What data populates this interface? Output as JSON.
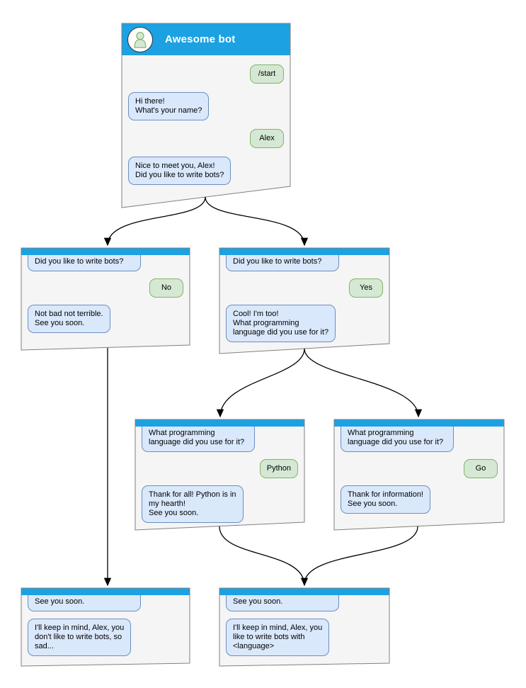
{
  "colors": {
    "header_blue": "#1CA1E2",
    "window_bg": "#F5F5F5",
    "window_border": "#808080",
    "bubble_blue_fill": "#DAE8FC",
    "bubble_blue_border": "#6C8EBF",
    "bubble_green_fill": "#D5E8D4",
    "bubble_green_border": "#82B366",
    "arrow": "#000000",
    "title_text": "#FFFFFF",
    "message_text": "#000000",
    "avatar_bg": "#FFFFFF",
    "avatar_border": "#333333"
  },
  "bot": {
    "title": "Awesome bot",
    "avatar_icon": "person-icon"
  },
  "windows": [
    {
      "id": "start",
      "title": "Awesome bot",
      "messages": [
        {
          "side": "right",
          "color": "green",
          "text": "/start"
        },
        {
          "side": "left",
          "color": "blue",
          "text": "Hi there!\nWhat's your name?"
        },
        {
          "side": "right",
          "color": "green",
          "text": "Alex"
        },
        {
          "side": "left",
          "color": "blue",
          "text": "Nice to meet you, Alex!\nDid you like to write bots?"
        }
      ]
    },
    {
      "id": "branch-no",
      "messages": [
        {
          "side": "left",
          "color": "blue",
          "first": true,
          "text": "Did you like to write bots?"
        },
        {
          "side": "right",
          "color": "green",
          "text": "No"
        },
        {
          "side": "left",
          "color": "blue",
          "text": "Not bad not terrible.\nSee you soon."
        }
      ]
    },
    {
      "id": "branch-yes",
      "messages": [
        {
          "side": "left",
          "color": "blue",
          "first": true,
          "text": "Did you like to write bots?"
        },
        {
          "side": "right",
          "color": "green",
          "text": "Yes"
        },
        {
          "side": "left",
          "color": "blue",
          "text": "Cool! I'm too!\nWhat programming\nlanguage did you use for it?"
        }
      ]
    },
    {
      "id": "language-python",
      "messages": [
        {
          "side": "left",
          "color": "blue",
          "first": true,
          "text": "What programming\nlanguage did you use for it?"
        },
        {
          "side": "right",
          "color": "green",
          "text": "Python"
        },
        {
          "side": "left",
          "color": "blue",
          "text": "Thank for all! Python is in\nmy hearth!\nSee you soon."
        }
      ]
    },
    {
      "id": "language-go",
      "messages": [
        {
          "side": "left",
          "color": "blue",
          "first": true,
          "text": "What programming\nlanguage did you use for it?"
        },
        {
          "side": "right",
          "color": "green",
          "text": "Go"
        },
        {
          "side": "left",
          "color": "blue",
          "text": "Thank for information!\nSee you soon."
        }
      ]
    },
    {
      "id": "end-no",
      "messages": [
        {
          "side": "left",
          "color": "blue",
          "first": true,
          "text": "See you soon."
        },
        {
          "side": "left",
          "color": "blue",
          "text": "I'll keep in mind, Alex, you\ndon't like to write bots, so\nsad..."
        }
      ]
    },
    {
      "id": "end-yes",
      "messages": [
        {
          "side": "left",
          "color": "blue",
          "first": true,
          "text": "See you soon."
        },
        {
          "side": "left",
          "color": "blue",
          "text": "I'll keep in mind, Alex, you\nlike to write bots with\n<language>"
        }
      ]
    }
  ],
  "connections": [
    {
      "from": "start",
      "to": "branch-no"
    },
    {
      "from": "start",
      "to": "branch-yes"
    },
    {
      "from": "branch-yes",
      "to": "language-python"
    },
    {
      "from": "branch-yes",
      "to": "language-go"
    },
    {
      "from": "language-python",
      "to": "end-yes"
    },
    {
      "from": "language-go",
      "to": "end-yes"
    },
    {
      "from": "branch-no",
      "to": "end-no"
    }
  ]
}
